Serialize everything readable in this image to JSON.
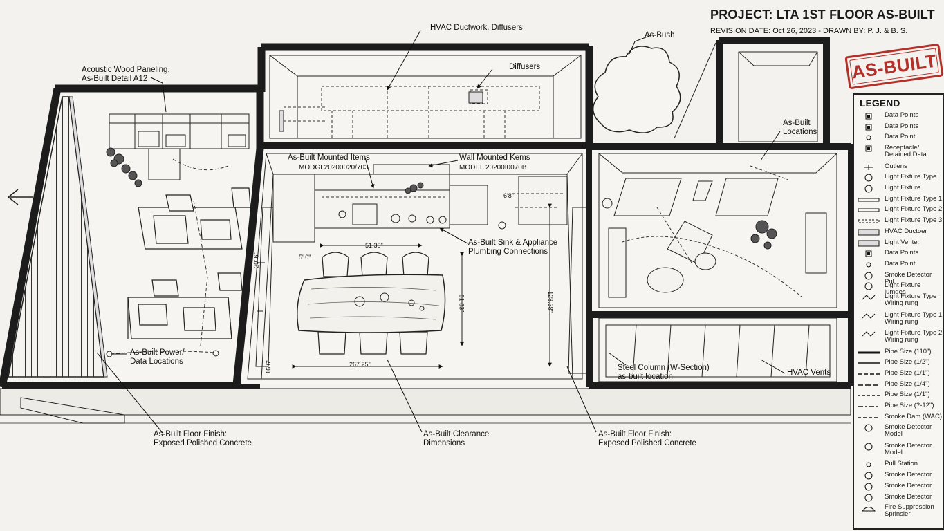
{
  "title_block": {
    "project": "PROJECT: LTA 1ST FLOOR AS-BUILT",
    "revision": "REVISION DATE: Oct 26, 2023 - DRAWN BY: P. J. & B. S."
  },
  "stamp": "AS-BUILT",
  "callouts": {
    "acoustic": [
      "Acoustic Wood Paneling,",
      "As-Built Detail A12"
    ],
    "hvac_duct": "HVAC Ductwork, Diffusers",
    "diffusers": "Diffusers",
    "bush": "As-Bush",
    "locations": [
      "As-Built",
      "Locations"
    ],
    "mounted_items": [
      "As-Built Mounted Items",
      "MODGI 20200020/703"
    ],
    "wall_mounted": [
      "Wall Mounted Kems",
      "MODEL 20200I0070B"
    ],
    "sink": [
      "As-Built Sink & Appliance",
      "Plumbing Connections"
    ],
    "power": [
      "As-Built Power/",
      "Data Locations"
    ],
    "steel_column": [
      "Steel Column (W-Section)",
      "as-built location"
    ],
    "hvac_vents": "HVAC Vents",
    "floor_left": [
      "As-Built Floor Finish:",
      "Exposed Polished Concrete"
    ],
    "clearance": [
      "As-Built Clearance",
      "Dimensions"
    ],
    "floor_right": [
      "As-Built Floor Finish:",
      "Exposed Polished Concrete"
    ]
  },
  "dimensions": {
    "d1": "51.30\"",
    "d2": "267.25\"",
    "d3": "81 83\"",
    "d4": "128.38\"",
    "d5": "16.6\"",
    "d6": "20' 6\"",
    "d7": "5' 0\"",
    "d8": "6'8\""
  },
  "legend": {
    "heading": "LEGEND",
    "items": [
      {
        "label": "Data Points",
        "icon": "data-points-icon"
      },
      {
        "label": "Data Points",
        "icon": "data-points-icon"
      },
      {
        "label": "Data Point",
        "icon": "data-point-icon"
      },
      {
        "label": "Receptacle/ Detained Data",
        "icon": "receptacle-icon"
      },
      {
        "label": "Outlens",
        "icon": "outlet-icon"
      },
      {
        "label": "Light Fixture Type",
        "icon": "light-fixture-icon"
      },
      {
        "label": "Light Fixture",
        "icon": "light-fixture-icon"
      },
      {
        "label": "Light Fixture Type 1",
        "icon": "line-type-icon"
      },
      {
        "label": "Light Fixture Type 2",
        "icon": "line-type-icon"
      },
      {
        "label": "Light Fixture Type 3",
        "icon": "line-type-icon"
      },
      {
        "label": "HVAC Ductoer",
        "icon": "hvac-duct-icon"
      },
      {
        "label": "Light Vente:",
        "icon": "light-vent-icon"
      },
      {
        "label": "Data Points",
        "icon": "data-points-icon"
      },
      {
        "label": "Data Point.",
        "icon": "data-point-icon"
      },
      {
        "label": "Smoke Detector Pul",
        "icon": "smoke-detector-icon"
      },
      {
        "label": "Light Fixture lumdes",
        "icon": "light-fixture-icon"
      },
      {
        "label": "Light Fixture Type Wiring rung",
        "icon": "wiring-icon"
      },
      {
        "label": "Light Fixture Type 1 Wiring rung",
        "icon": "wiring-icon"
      },
      {
        "label": "Light Fixture Type 2 Wiring rung",
        "icon": "wiring-icon"
      },
      {
        "label": "Pipe Size (110\")",
        "icon": "pipe-line-icon"
      },
      {
        "label": "Pipe Size (1/2\")",
        "icon": "pipe-line-icon"
      },
      {
        "label": "Pipe Size (1/1\")",
        "icon": "pipe-line-icon"
      },
      {
        "label": "Pipe Size (1/4\")",
        "icon": "pipe-line-icon"
      },
      {
        "label": "Pipe Size (1/1\")",
        "icon": "pipe-line-icon"
      },
      {
        "label": "Pipe Size (?-12\")",
        "icon": "pipe-line-icon"
      },
      {
        "label": "Smoke Dam (WAC)",
        "icon": "pipe-line-icon"
      },
      {
        "label": "Smoke Detector Model",
        "icon": "smoke-detector-icon"
      },
      {
        "label": "Smoke Detector Model",
        "icon": "smoke-detector-icon"
      },
      {
        "label": "Pull Station",
        "icon": "pull-station-icon"
      },
      {
        "label": "Smoke Detector",
        "icon": "smoke-detector-icon"
      },
      {
        "label": "Smoke Detector",
        "icon": "smoke-detector-icon"
      },
      {
        "label": "Smoke Detector",
        "icon": "smoke-detector-icon"
      },
      {
        "label": "Fire Suppression Sprinsier",
        "icon": "sprinkler-icon"
      }
    ]
  }
}
